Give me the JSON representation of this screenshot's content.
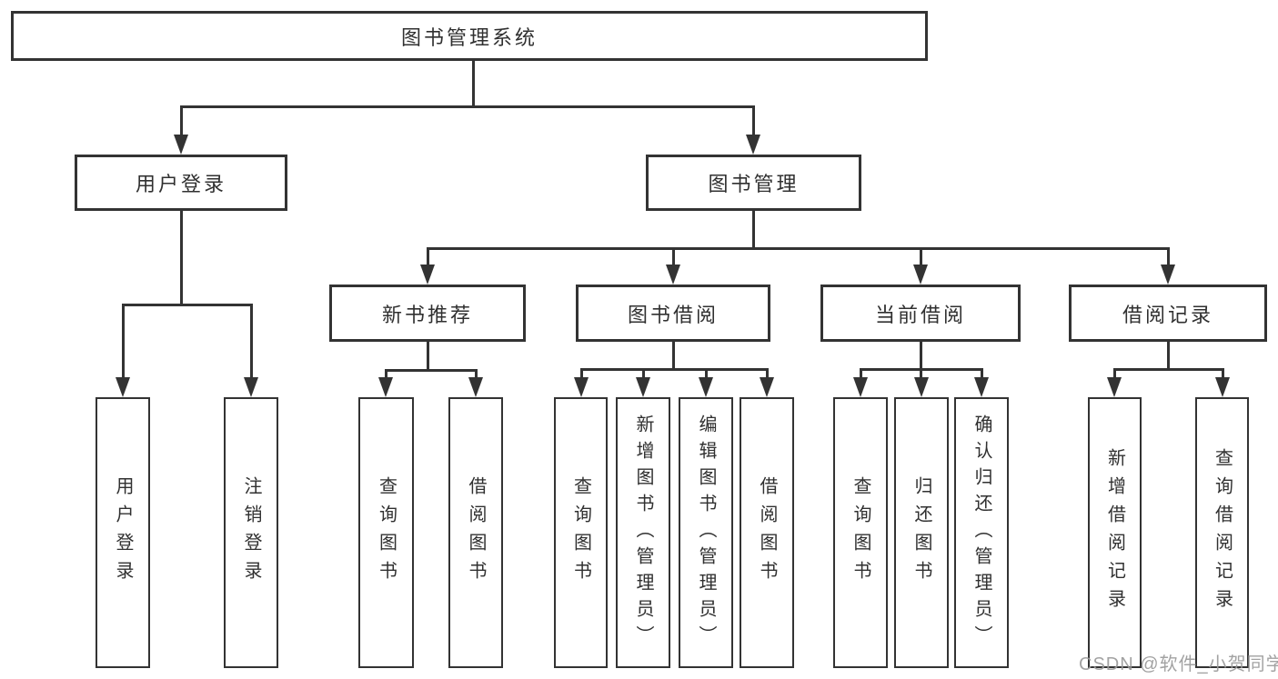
{
  "nodes": {
    "root": "图书管理系统",
    "user_login": "用户登录",
    "book_management": "图书管理",
    "new_book_recommend": "新书推荐",
    "book_borrow": "图书借阅",
    "current_borrow": "当前借阅",
    "borrow_records": "借阅记录"
  },
  "leaves": {
    "user_login": [
      "用户登录",
      "注销登录"
    ],
    "new_book_recommend": [
      "查询图书",
      "借阅图书"
    ],
    "book_borrow": [
      "查询图书",
      "新增图书（管理员）",
      "编辑图书（管理员）",
      "借阅图书"
    ],
    "current_borrow": [
      "查询图书",
      "归还图书",
      "确认归还（管理员）"
    ],
    "borrow_records": [
      "新增借阅记录",
      "查询借阅记录"
    ]
  },
  "watermark": "CSDN @软件_小贺同学",
  "colors": {
    "line": "#333333",
    "text": "#303030",
    "background": "#ffffff",
    "watermark": "#9b9b9b"
  }
}
